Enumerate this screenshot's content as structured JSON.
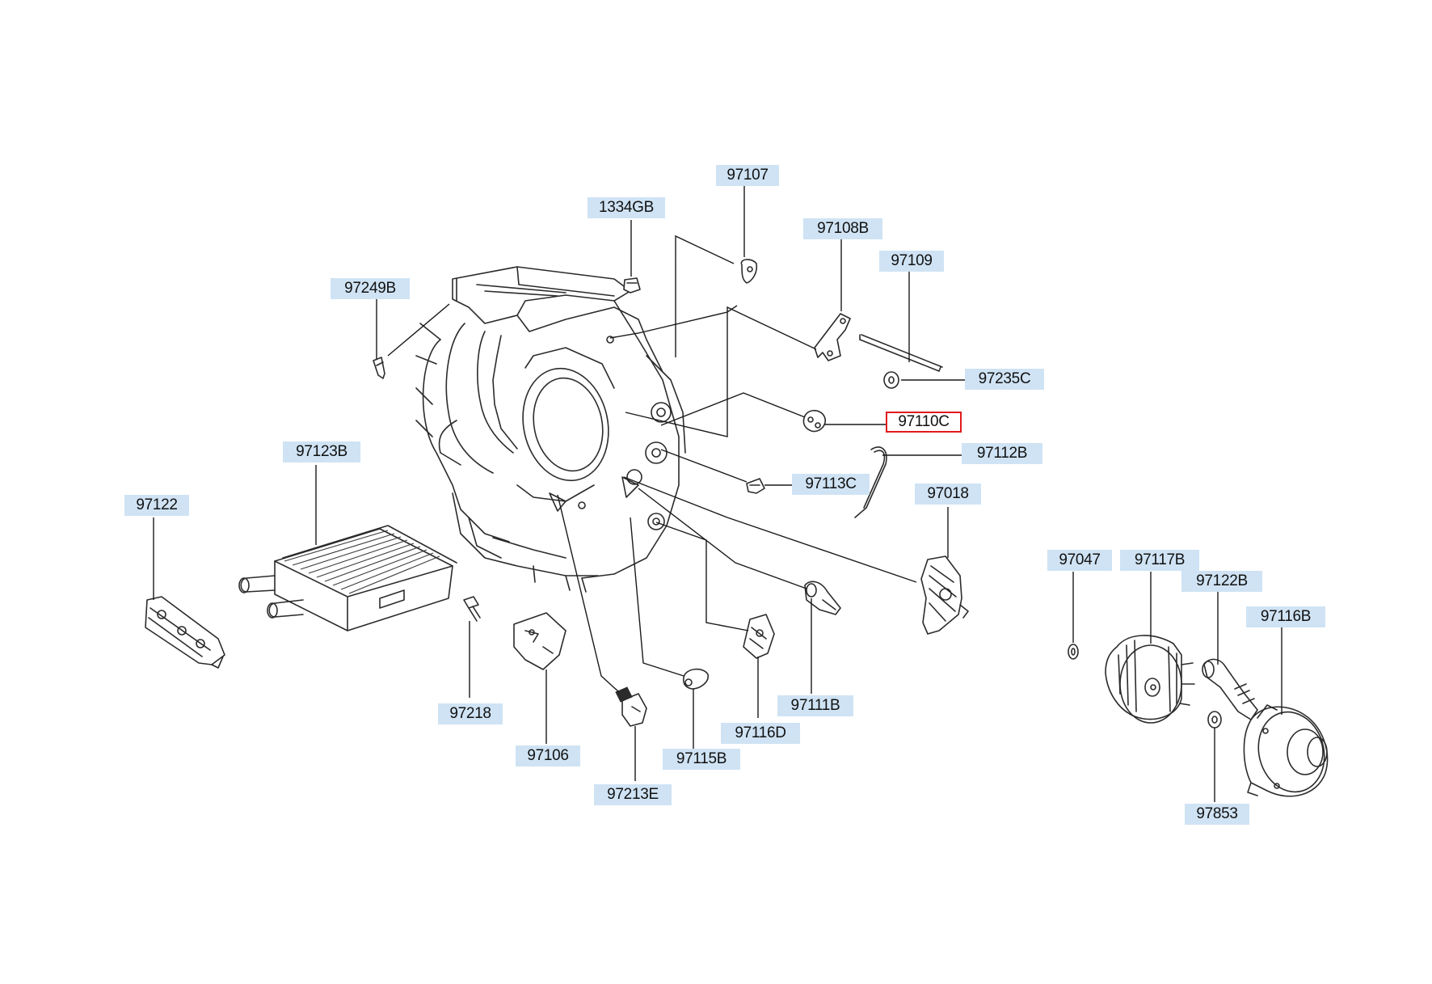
{
  "diagram": {
    "selected_part": "97110C",
    "colors": {
      "label_bg": "#cfe3f4",
      "selected_border": "#e11b1b",
      "line": "#2b2b2b"
    },
    "parts": [
      {
        "id": "p_97107",
        "label": "97107"
      },
      {
        "id": "p_1334GB",
        "label": "1334GB"
      },
      {
        "id": "p_97108B",
        "label": "97108B"
      },
      {
        "id": "p_97109",
        "label": "97109"
      },
      {
        "id": "p_97249B",
        "label": "97249B"
      },
      {
        "id": "p_97235C",
        "label": "97235C"
      },
      {
        "id": "p_97110C",
        "label": "97110C"
      },
      {
        "id": "p_97112B",
        "label": "97112B"
      },
      {
        "id": "p_97123B",
        "label": "97123B"
      },
      {
        "id": "p_97113C",
        "label": "97113C"
      },
      {
        "id": "p_97018",
        "label": "97018"
      },
      {
        "id": "p_97122",
        "label": "97122"
      },
      {
        "id": "p_97047",
        "label": "97047"
      },
      {
        "id": "p_97117B",
        "label": "97117B"
      },
      {
        "id": "p_97122B",
        "label": "97122B"
      },
      {
        "id": "p_97116B",
        "label": "97116B"
      },
      {
        "id": "p_97111B",
        "label": "97111B"
      },
      {
        "id": "p_97218",
        "label": "97218"
      },
      {
        "id": "p_97116D",
        "label": "97116D"
      },
      {
        "id": "p_97106",
        "label": "97106"
      },
      {
        "id": "p_97115B",
        "label": "97115B"
      },
      {
        "id": "p_97213E",
        "label": "97213E"
      },
      {
        "id": "p_97853",
        "label": "97853"
      }
    ]
  }
}
